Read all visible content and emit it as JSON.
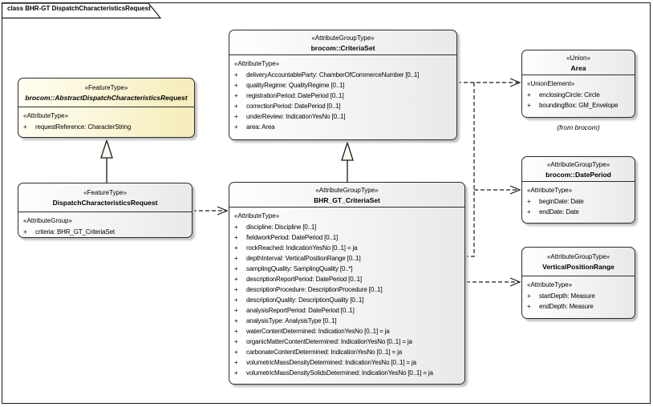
{
  "frame": {
    "title": "class BHR-GT DispatchCharacteristicsRequest"
  },
  "colors": {
    "box_border": "#2b2b2b",
    "box_fill_start": "#ffffff",
    "box_fill_end": "#e9e9e9",
    "abstract_fill_start": "#fffef2",
    "abstract_fill_end": "#f5edba",
    "shadow": "#c3c3c3",
    "line": "#1a1a1a",
    "triangle_fill": "#fdfcf2"
  },
  "classes": {
    "abstract_request": {
      "stereotype": "«FeatureType»",
      "name": "brocom::AbstractDispatchCharacteristicsRequest",
      "section_label": "«AttributeType»",
      "attributes": [
        {
          "v": "+",
          "t": "requestReference: CharacterString"
        }
      ]
    },
    "dispatch_request": {
      "stereotype": "«FeatureType»",
      "name": "DispatchCharacteristicsRequest",
      "section_label": "«AttributeGroup»",
      "attributes": [
        {
          "v": "+",
          "t": "criteria: BHR_GT_CriteriaSet"
        }
      ]
    },
    "criteria_set": {
      "stereotype": "«AttributeGroupType»",
      "name": "brocom::CriteriaSet",
      "section_label": "«AttributeType»",
      "attributes": [
        {
          "v": "+",
          "t": "deliveryAccountableParty: ChamberOfCommerceNumber [0..1]"
        },
        {
          "v": "+",
          "t": "qualityRegime: QualityRegime [0..1]"
        },
        {
          "v": "+",
          "t": "registrationPeriod: DatePeriod [0..1]"
        },
        {
          "v": "+",
          "t": "correctionPeriod: DatePeriod [0..1]"
        },
        {
          "v": "+",
          "t": "underReview: IndicationYesNo [0..1]"
        },
        {
          "v": "+",
          "t": "area: Area"
        }
      ]
    },
    "bhr_gt_criteria_set": {
      "stereotype": "«AttributeGroupType»",
      "name": "BHR_GT_CriteriaSet",
      "section_label": "«AttributeType»",
      "attributes": [
        {
          "v": "+",
          "t": "discipline: Discipline [0..1]"
        },
        {
          "v": "+",
          "t": "fieldworkPeriod: DatePeriod [0..1]"
        },
        {
          "v": "+",
          "t": "rockReached: IndicationYesNo [0..1] = ja"
        },
        {
          "v": "+",
          "t": "depthInterval: VerticalPositionRange [0..1]"
        },
        {
          "v": "+",
          "t": "samplingQuality: SamplingQuality [0..*]"
        },
        {
          "v": "+",
          "t": "descriptionReportPeriod: DatePeriod [0..1]"
        },
        {
          "v": "+",
          "t": "descriptionProcedure: DescriptionProcedure [0..1]"
        },
        {
          "v": "+",
          "t": "descriptionQuality: DescriptionQuality [0..1]"
        },
        {
          "v": "+",
          "t": "analysisReportPeriod: DatePeriod [0..1]"
        },
        {
          "v": "+",
          "t": "analysisType: AnalysisType [0..1]"
        },
        {
          "v": "+",
          "t": "waterContentDetermined: IndicationYesNo [0..1] = ja"
        },
        {
          "v": "+",
          "t": "organicMatterContentDetermined: IndicationYesNo [0..1] = ja"
        },
        {
          "v": "+",
          "t": "carbonateContentDetermined: IndicationYesNo [0..1] = ja"
        },
        {
          "v": "+",
          "t": "volumetricMassDensityDetermined: IndicationYesNo [0..1] = ja"
        },
        {
          "v": "+",
          "t": "volumetricMassDensitySolidsDetermined: IndicationYesNo [0..1] = ja"
        }
      ]
    },
    "area": {
      "stereotype": "«Union»",
      "name": "Area",
      "section_label": "«UnionElement»",
      "attributes": [
        {
          "v": "+",
          "t": "enclosingCircle: Circle"
        },
        {
          "v": "+",
          "t": "boundingBox: GM_Envelope"
        }
      ],
      "origin_note": "(from brocom)"
    },
    "date_period": {
      "stereotype": "«AttributeGroupType»",
      "name": "brocom::DatePeriod",
      "section_label": "«AttributeType»",
      "attributes": [
        {
          "v": "+",
          "t": "beginDate: Date"
        },
        {
          "v": "+",
          "t": "endDate: Date"
        }
      ]
    },
    "vertical_position_range": {
      "stereotype": "«AttributeGroupType»",
      "name": "VerticalPositionRange",
      "section_label": "«AttributeType»",
      "attributes": [
        {
          "v": "+",
          "t": "startDepth: Measure"
        },
        {
          "v": "+",
          "t": "endDepth: Measure"
        }
      ]
    }
  }
}
